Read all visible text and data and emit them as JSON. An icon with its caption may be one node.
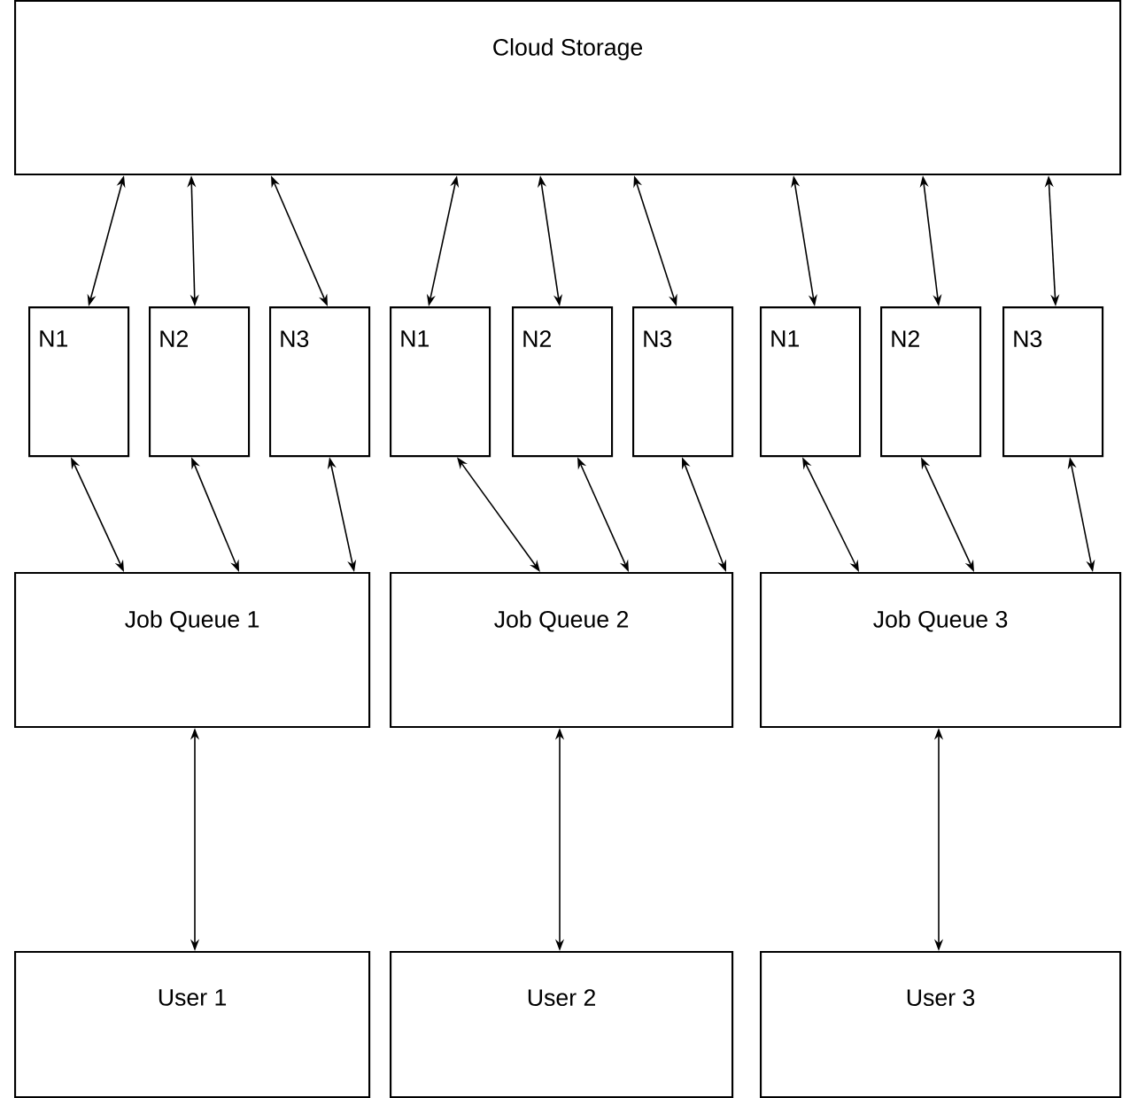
{
  "diagram": {
    "nodes": [
      {
        "text": [
          "Cloud Storage"
        ]
      },
      {
        "text": [
          "N1"
        ]
      },
      {
        "text": [
          "N2"
        ]
      },
      {
        "text": [
          "N3"
        ]
      },
      {
        "text": [
          "N1"
        ]
      },
      {
        "text": [
          "N2"
        ]
      },
      {
        "text": [
          "N3"
        ]
      },
      {
        "text": [
          "N1"
        ]
      },
      {
        "text": [
          "N2"
        ]
      },
      {
        "text": [
          "N3"
        ]
      },
      {
        "text": [
          "Job Queue 1"
        ]
      },
      {
        "text": [
          "Job Queue 2"
        ]
      },
      {
        "text": [
          "Job Queue 3"
        ]
      },
      {
        "text": [
          "User 1"
        ]
      },
      {
        "text": [
          "User 2"
        ]
      },
      {
        "text": [
          "User 3"
        ]
      }
    ],
    "edges": [
      {
        "from": 0,
        "to": 1,
        "arrow": "both"
      },
      {
        "from": 0,
        "to": 2,
        "arrow": "both"
      },
      {
        "from": 0,
        "to": 3,
        "arrow": "both"
      },
      {
        "from": 0,
        "to": 4,
        "arrow": "both"
      },
      {
        "from": 0,
        "to": 5,
        "arrow": "both"
      },
      {
        "from": 0,
        "to": 6,
        "arrow": "both"
      },
      {
        "from": 0,
        "to": 7,
        "arrow": "both"
      },
      {
        "from": 0,
        "to": 8,
        "arrow": "both"
      },
      {
        "from": 0,
        "to": 9,
        "arrow": "both"
      },
      {
        "from": 1,
        "to": 10,
        "arrow": "both"
      },
      {
        "from": 2,
        "to": 10,
        "arrow": "both"
      },
      {
        "from": 3,
        "to": 10,
        "arrow": "both"
      },
      {
        "from": 4,
        "to": 11,
        "arrow": "both"
      },
      {
        "from": 5,
        "to": 11,
        "arrow": "both"
      },
      {
        "from": 6,
        "to": 11,
        "arrow": "both"
      },
      {
        "from": 7,
        "to": 12,
        "arrow": "both"
      },
      {
        "from": 8,
        "to": 12,
        "arrow": "both"
      },
      {
        "from": 9,
        "to": 12,
        "arrow": "both"
      },
      {
        "from": 10,
        "to": 13,
        "arrow": "both"
      },
      {
        "from": 11,
        "to": 14,
        "arrow": "both"
      },
      {
        "from": 12,
        "to": 15,
        "arrow": "both"
      }
    ]
  }
}
